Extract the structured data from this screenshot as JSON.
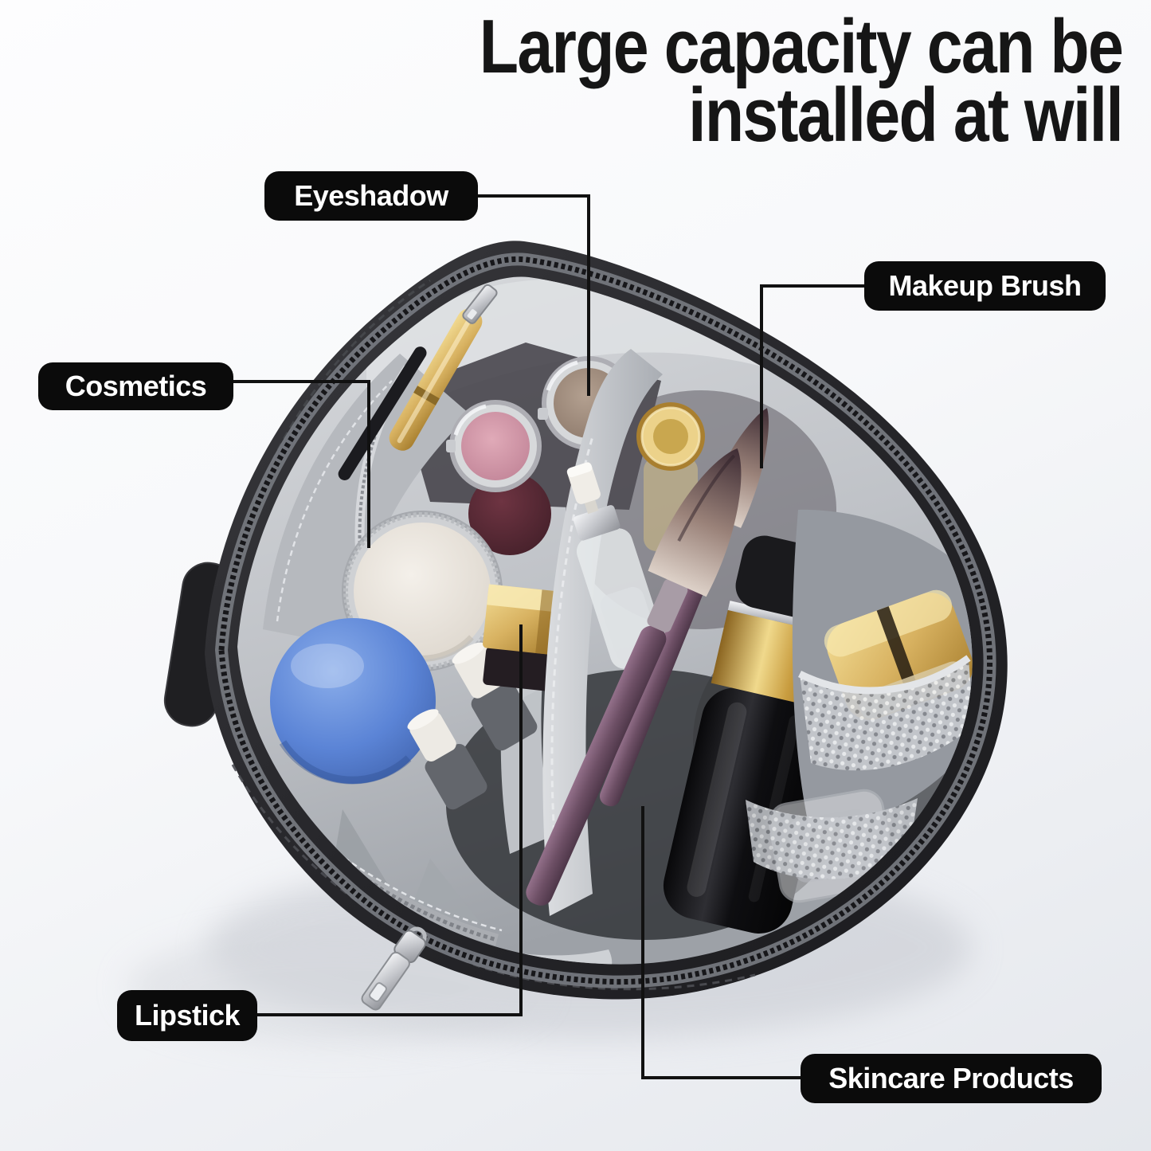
{
  "title": {
    "line1": "Large capacity can be",
    "line2": "installed at will"
  },
  "callouts": {
    "eyeshadow": {
      "label": "Eyeshadow"
    },
    "makeup_brush": {
      "label": "Makeup Brush"
    },
    "cosmetics": {
      "label": "Cosmetics"
    },
    "lipstick": {
      "label": "Lipstick"
    },
    "skincare_products": {
      "label": "Skincare Products"
    }
  },
  "colors": {
    "background": "#f2f4f7",
    "title_text": "#161616",
    "callout_bg": "#0b0b0b",
    "callout_text": "#ffffff",
    "callout_line": "#111111",
    "bag_shell": "#26262a",
    "bag_lining": "#c3c6cb",
    "blue_ball": "#5b84d6",
    "gold": "#c9a25c",
    "blush_pink": "#d18fa2",
    "eyeshadow_taupe": "#a28c7d",
    "skincare_bottle": "#141416"
  }
}
